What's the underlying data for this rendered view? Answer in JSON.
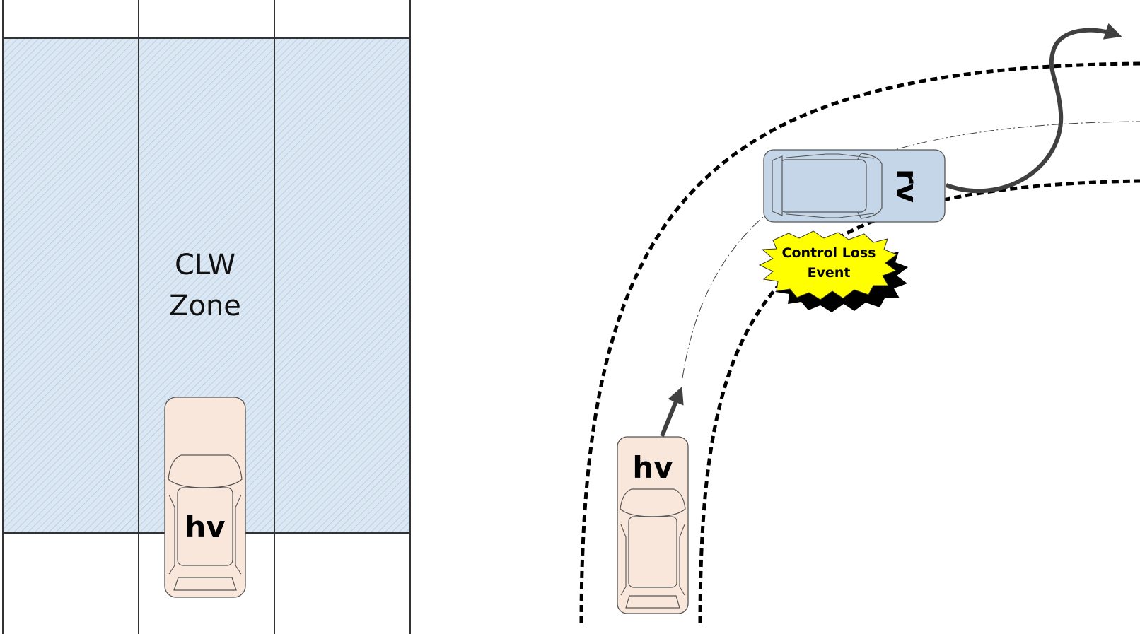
{
  "left_panel": {
    "zone_label_line1": "CLW",
    "zone_label_line2": "Zone",
    "host_vehicle_label": "hv",
    "zone_fill": "#dbe8f3",
    "hatch_color": "#a9c4dc"
  },
  "right_panel": {
    "host_vehicle_label": "hv",
    "remote_vehicle_label": "rv",
    "event_label_line1": "Control Loss",
    "event_label_line2": "Event",
    "event_fill": "#ffff00"
  },
  "colors": {
    "host_vehicle_fill": "#fae7dc",
    "remote_vehicle_fill": "#c5d6e8",
    "arrow": "#404040",
    "road_edge": "#000000",
    "lane_line": "#3f3f3f"
  }
}
